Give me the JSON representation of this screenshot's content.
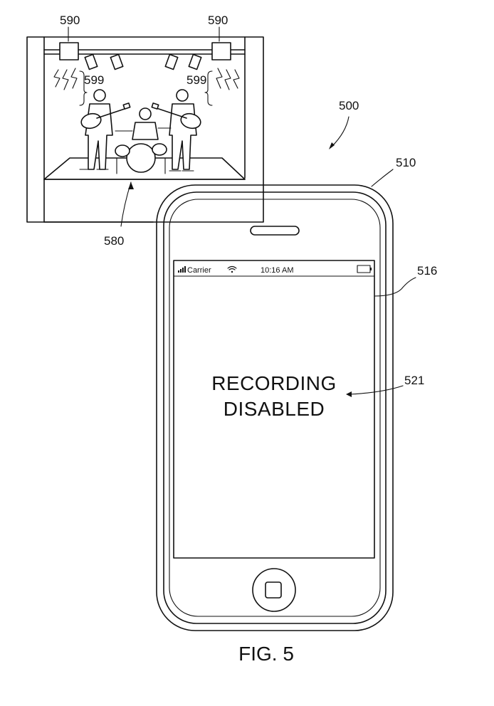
{
  "figure": {
    "caption": "FIG. 5",
    "refs": {
      "system": "500",
      "device": "510",
      "display": "516",
      "message_ref": "521",
      "venue": "580",
      "emitter_left": "590",
      "emitter_right": "590",
      "signal_left": "599",
      "signal_right": "599"
    }
  },
  "phone": {
    "status_bar": {
      "carrier": "Carrier",
      "time": "10:16 AM"
    },
    "message_line1": "RECORDING",
    "message_line2": "DISABLED"
  },
  "icons": [
    "signal-bars-icon",
    "wifi-icon",
    "battery-icon",
    "home-button-icon",
    "stage-light-icon",
    "guitarist-icon",
    "drummer-icon",
    "emitter-icon"
  ]
}
